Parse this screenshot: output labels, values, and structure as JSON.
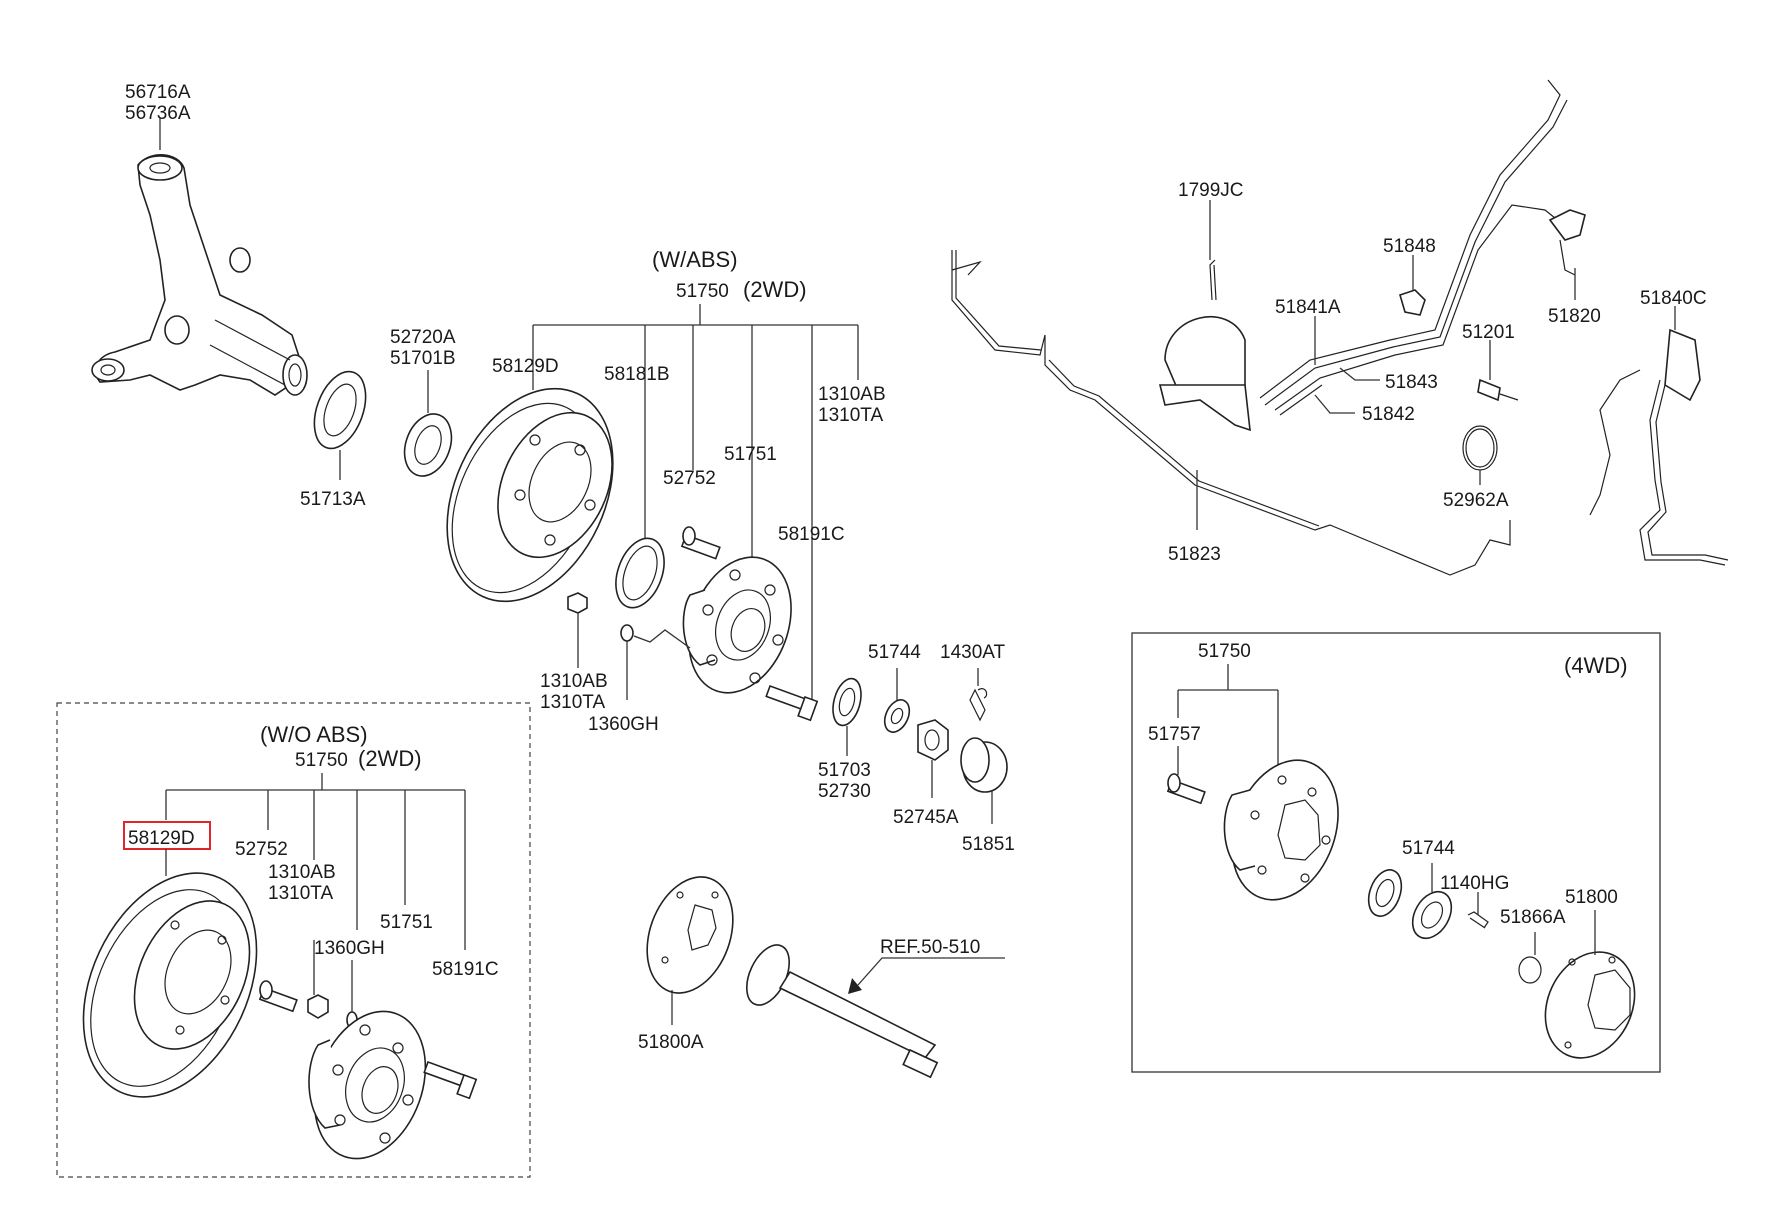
{
  "headers": {
    "wabs": "(W/ABS)",
    "two_wd_top": "(2WD)",
    "woabs": "(W/O ABS)",
    "two_wd_box": "(2WD)",
    "four_wd": "(4WD)"
  },
  "labels": {
    "knuckle_a": "56716A",
    "knuckle_b": "56736A",
    "seal_outer": "51713A",
    "bearing_a": "52720A",
    "bearing_b": "51701B",
    "disc_top": "58129D",
    "hub_asm_top": "51750",
    "tone_wheel": "58181B",
    "bolt_pair_a": "1310AB",
    "bolt_pair_b": "1310TA",
    "stud_top": "52752",
    "hub_top": "51751",
    "hub_bolt_top": "58191C",
    "nut_a": "1310AB",
    "nut_b": "1310TA",
    "washer_top": "1360GH",
    "seal_inner_a": "51703",
    "seal_inner_b": "52730",
    "washer_51744": "51744",
    "cotter_pin": "1430AT",
    "nut_52745A": "52745A",
    "cap_51851": "51851",
    "drive_flange": "51800A",
    "ref_shaft": "REF.50-510",
    "sensor_1799JC": "1799JC",
    "clip_51848": "51848",
    "hose_51841A": "51841A",
    "hose_51843": "51843",
    "hose_51842": "51842",
    "bracket_51820": "51820",
    "bleeder_51201": "51201",
    "oring_52962A": "52962A",
    "line_51823": "51823",
    "hose_51840C": "51840C",
    "box_hub_asm": "51750",
    "box_disc": "58129D",
    "box_stud": "52752",
    "box_bolt_a": "1310AB",
    "box_bolt_b": "1310TA",
    "box_washer": "1360GH",
    "box_hub": "51751",
    "box_hub_bolt": "58191C",
    "fwd_hub_asm": "51750",
    "fwd_stud": "51757",
    "fwd_washer": "51744",
    "fwd_bolt": "1140HG",
    "fwd_snap": "51866A",
    "fwd_locking_hub": "51800"
  }
}
